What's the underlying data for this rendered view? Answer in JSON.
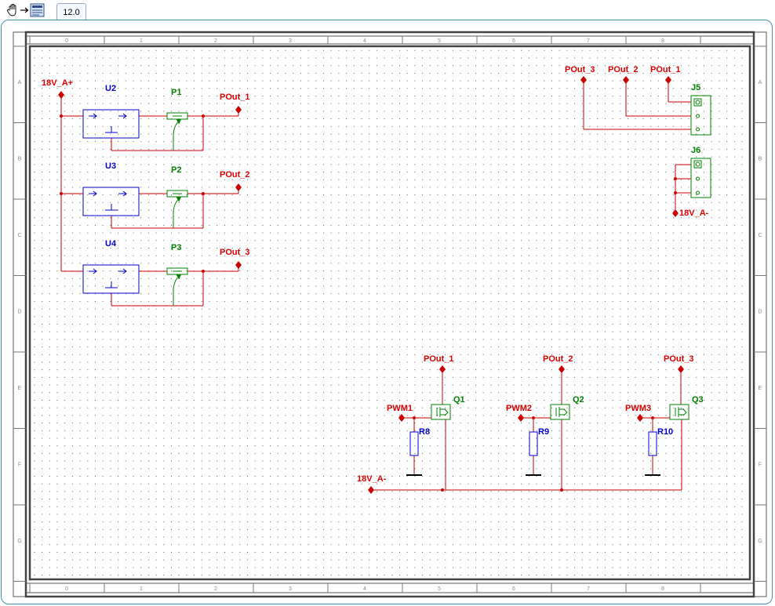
{
  "toolbar": {
    "hand_tool_icon": "hand-icon",
    "arrow_icon": "arrow-right-icon",
    "sheet_icon": "sheet-icon",
    "zoom_value": "12.0"
  },
  "colors": {
    "frame": "#3f8fb4",
    "wire": "#cc0000",
    "net_label": "#dd0000",
    "component_blue": "#0000cc",
    "component_green": "#008000",
    "grid_dot": "#5a5a5a"
  },
  "ruler": {
    "columns": [
      "0",
      "1",
      "2",
      "3",
      "4",
      "5",
      "6",
      "7",
      "8"
    ],
    "rows": [
      "A",
      "B",
      "C",
      "D",
      "E",
      "F",
      "G"
    ]
  },
  "schematic": {
    "regulators": [
      {
        "ref": "U2",
        "pot": "P1",
        "out": "POut_1"
      },
      {
        "ref": "U3",
        "pot": "P2",
        "out": "POut_2"
      },
      {
        "ref": "U4",
        "pot": "P3",
        "out": "POut_3"
      }
    ],
    "supply_pos": "18V_A+",
    "supply_neg": "18V_A-",
    "connectors": [
      {
        "ref": "J5",
        "nets": [
          "POut_3",
          "POut_2",
          "POut_1"
        ]
      },
      {
        "ref": "J6",
        "net": "18V_A-"
      }
    ],
    "drivers": [
      {
        "ref": "Q1",
        "gate": "PWM1",
        "res": "R8",
        "drain": "POut_1"
      },
      {
        "ref": "Q2",
        "gate": "PWM2",
        "res": "R9",
        "drain": "POut_2"
      },
      {
        "ref": "Q3",
        "gate": "PWM3",
        "res": "R10",
        "drain": "POut_3"
      }
    ],
    "ground_net": "18V_A-"
  }
}
